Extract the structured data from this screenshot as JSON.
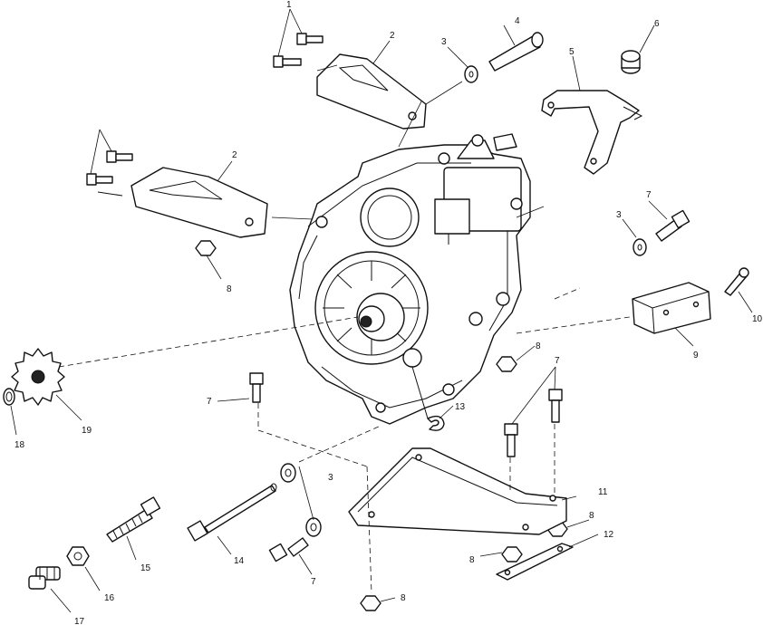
{
  "callouts": {
    "c1a": "1",
    "c1b": "",
    "c2a": "2",
    "c2b": "2",
    "c3a": "3",
    "c3b": "3",
    "c3c": "3",
    "c4": "4",
    "c5": "5",
    "c6": "6",
    "c7a": "7",
    "c7b": "7",
    "c7c": "7",
    "c7d": "7",
    "c8a": "8",
    "c8b": "8",
    "c8c": "8",
    "c8d": "8",
    "c8e": "8",
    "c9": "9",
    "c10": "10",
    "c11": "11",
    "c12": "12",
    "c13": "13",
    "c14": "14",
    "c15": "15",
    "c16": "16",
    "c17": "17",
    "c18": "18",
    "c19": "19"
  }
}
